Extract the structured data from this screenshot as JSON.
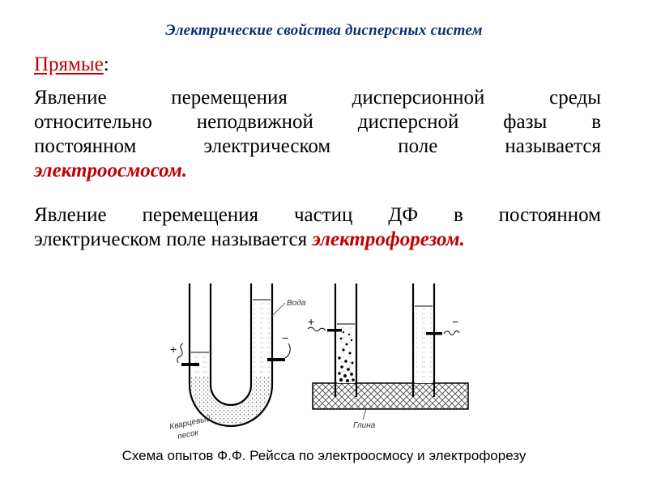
{
  "slide": {
    "title": "Электрические свойства дисперсных систем",
    "heading": "Прямые",
    "heading_colon": ":",
    "para1": {
      "line1": "Явление перемещения дисперсионной среды",
      "line2": "относительно неподвижной дисперсной фазы в",
      "line3": "постоянном электрическом поле называется",
      "term": "электроосмосом",
      "end": "."
    },
    "para2": {
      "line1": "Явление перемещения частиц ДФ в постоянном",
      "line2": "электрическом поле называется ",
      "term": "электрофорезом",
      "end": "."
    },
    "caption": "Схема опытов Ф.Ф. Рейсса по электроосмосу и электрофорезу"
  },
  "figure": {
    "label_water": "Вода",
    "label_sand_1": "Кварцевый",
    "label_sand_2": "песок",
    "label_clay": "Глина",
    "plus": "+",
    "minus": "−"
  },
  "colors": {
    "title": "#0b2f6e",
    "term": "#c00000"
  }
}
